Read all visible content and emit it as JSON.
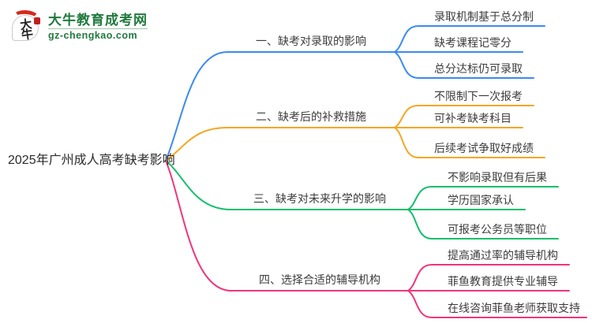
{
  "site": {
    "logo_title": "大牛教育成考网",
    "logo_url": "gz-chengkao.com",
    "logo_mark": "大牛",
    "logo_color": "#1f7a3c",
    "logo_accent_red": "#d5281e"
  },
  "mindmap": {
    "root": {
      "label": "2025年广州成人高考缺考影响"
    },
    "branches": [
      {
        "label": "一、缺考对录取的影响",
        "color": "#3a8bf0",
        "children": [
          {
            "label": "录取机制基于总分制"
          },
          {
            "label": "缺考课程记零分"
          },
          {
            "label": "总分达标仍可录取"
          }
        ]
      },
      {
        "label": "二、缺考后的补救措施",
        "color": "#f6a623",
        "children": [
          {
            "label": "不限制下一次报考"
          },
          {
            "label": "可补考缺考科目"
          },
          {
            "label": "后续考试争取好成绩"
          }
        ]
      },
      {
        "label": "三、缺考对未来升学的影响",
        "color": "#12bf6c",
        "children": [
          {
            "label": "不影响录取但有后果"
          },
          {
            "label": "学历国家承认"
          },
          {
            "label": "可报考公务员等职位"
          }
        ]
      },
      {
        "label": "四、选择合适的辅导机构",
        "color": "#f0357d",
        "children": [
          {
            "label": "提高通过率的辅导机构"
          },
          {
            "label": "菲鱼教育提供专业辅导"
          },
          {
            "label": "在线咨询菲鱼老师获取支持"
          }
        ]
      }
    ]
  }
}
